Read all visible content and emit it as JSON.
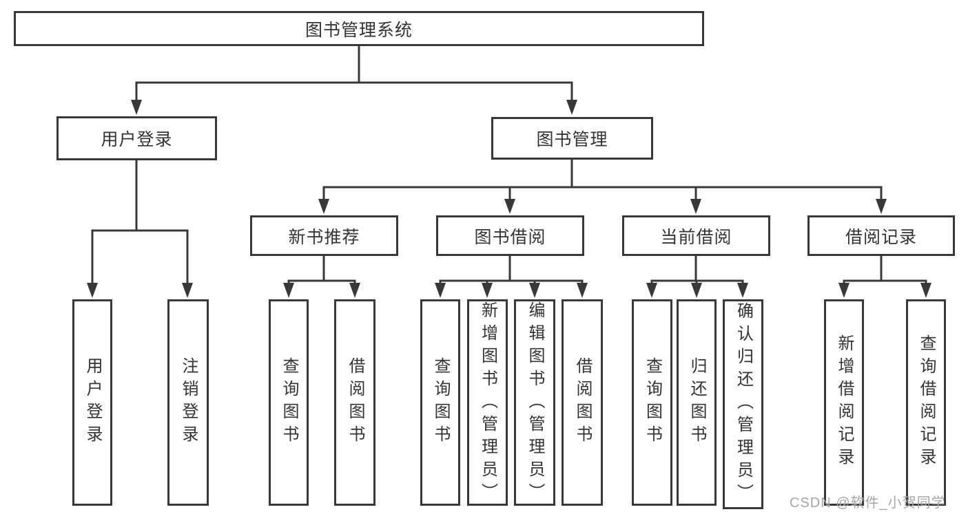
{
  "watermark": "CSDN @软件_小贺同学",
  "colors": {
    "line": "#383838",
    "box_border": "#383838",
    "text": "#333333",
    "watermark_gray": "#a6a6a6",
    "background": "#ffffff"
  },
  "org_chart": {
    "root": {
      "label": "图书管理系统"
    },
    "branches": [
      {
        "label": "用户登录",
        "children": [
          {
            "label": "用户登录"
          },
          {
            "label": "注销登录"
          }
        ]
      },
      {
        "label": "图书管理",
        "children": [
          {
            "label": "新书推荐",
            "children": [
              {
                "label": "查询图书"
              },
              {
                "label": "借阅图书"
              }
            ]
          },
          {
            "label": "图书借阅",
            "children": [
              {
                "label": "查询图书"
              },
              {
                "label": "新增图书（管理员）"
              },
              {
                "label": "编辑图书（管理员）"
              },
              {
                "label": "借阅图书"
              }
            ]
          },
          {
            "label": "当前借阅",
            "children": [
              {
                "label": "查询图书"
              },
              {
                "label": "归还图书"
              },
              {
                "label": "确认归还（管理员）"
              }
            ]
          },
          {
            "label": "借阅记录",
            "children": [
              {
                "label": "新增借阅记录"
              },
              {
                "label": "查询借阅记录"
              }
            ]
          }
        ]
      }
    ]
  }
}
